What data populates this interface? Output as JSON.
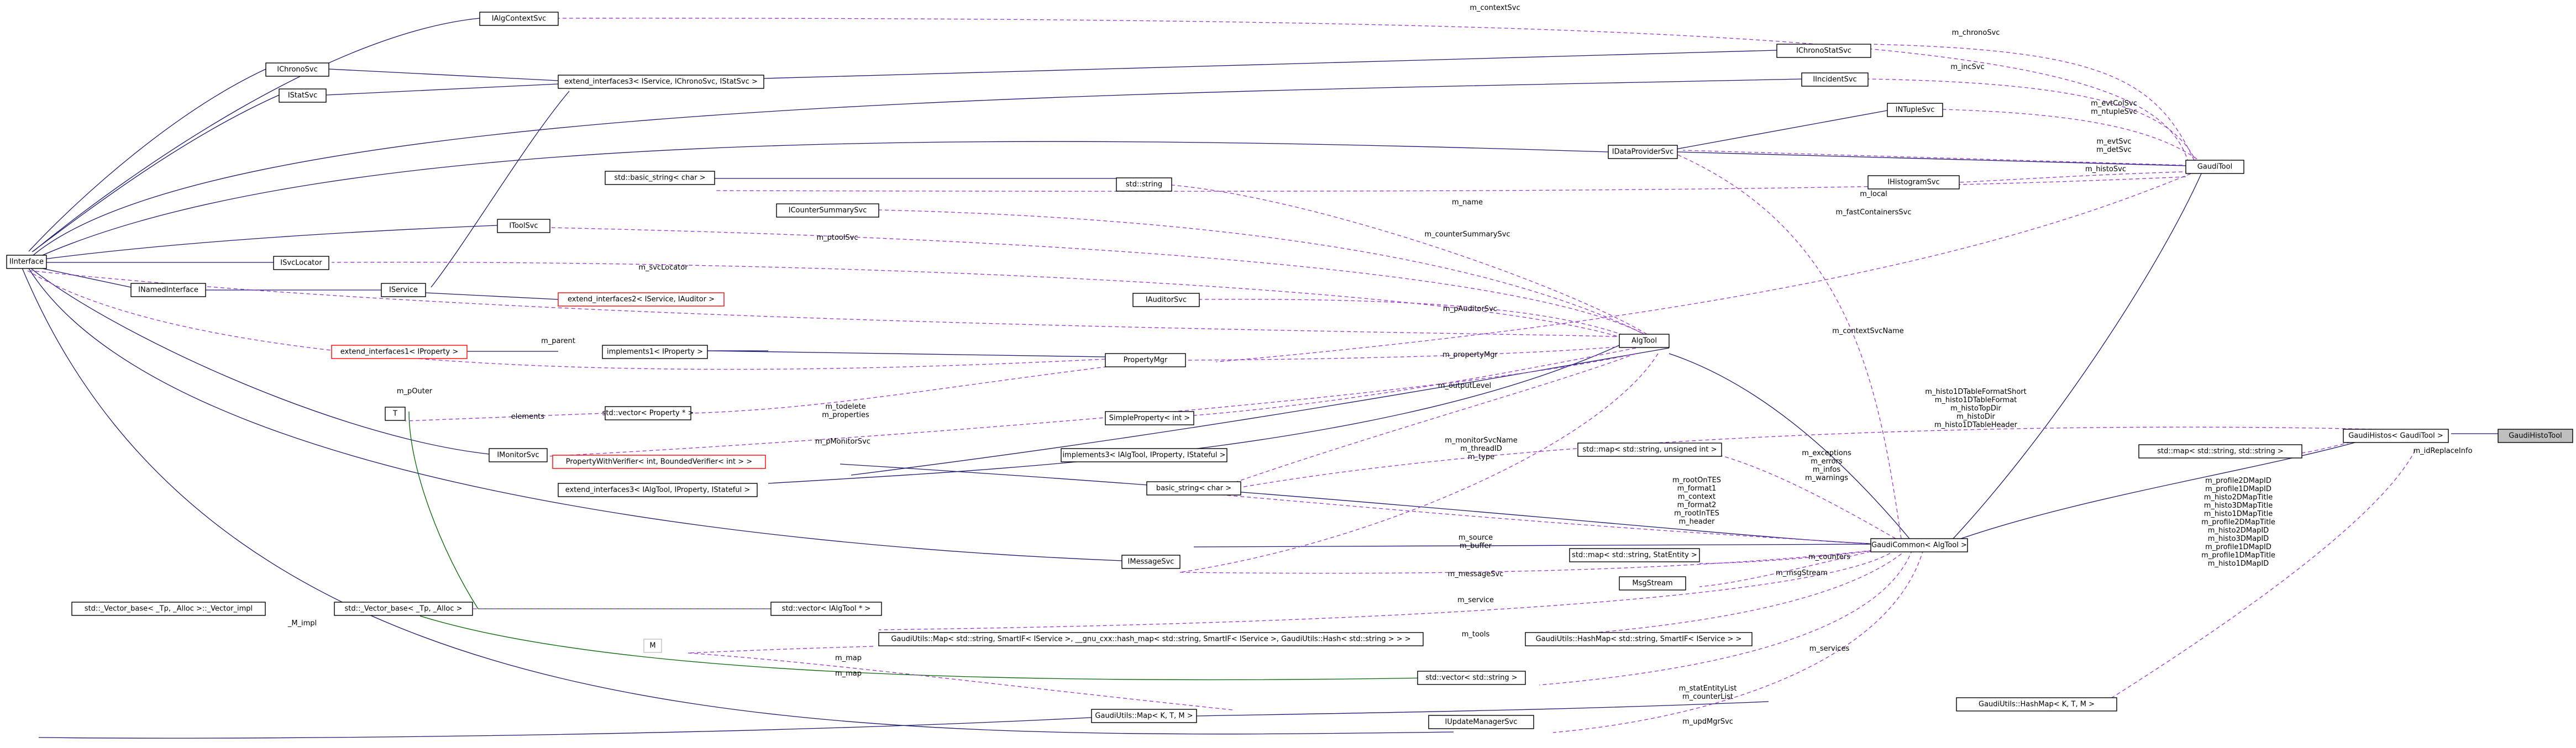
{
  "nodes": {
    "iinterface": "IInterface",
    "ialgcontextsvc": "IAlgContextSvc",
    "ichronosvc": "IChronoSvc",
    "istatsvc": "IStatSvc",
    "ext3_chrono": "extend_interfaces3< IService, IChronoSvc, IStatSvc >",
    "ichronostatsvc": "IChronoStatSvc",
    "iincidentsvc": "IIncidentSvc",
    "intuplesvc": "INTupleSvc",
    "idataprovidersvc": "IDataProviderSvc",
    "gauditool": "GaudiTool",
    "std_basic_string_char": "std::basic_string< char >",
    "std_string": "std::string",
    "ihistogramsvc": "IHistogramSvc",
    "itoolsvc": "IToolSvc",
    "icountersummarysvc": "ICounterSummarySvc",
    "isvclocator": "ISvcLocator",
    "inamedinterface": "INamedInterface",
    "iservice": "IService",
    "ext2_auditor": "extend_interfaces2< IService, IAuditor >",
    "iauditorsvc": "IAuditorSvc",
    "ext1_property": "extend_interfaces1< IProperty >",
    "implements1": "implements1< IProperty >",
    "propertymgr": "PropertyMgr",
    "algtool": "AlgTool",
    "t": "T",
    "std_vector_property": "std::vector< Property * >",
    "simpleproperty": "SimpleProperty< int >",
    "imonitorsvc": "IMonitorSvc",
    "propwithverifier": "PropertyWithVerifier< int, BoundedVerifier< int > >",
    "implements3": "implements3< IAlgTool, IProperty, IStateful >",
    "ext3_algtool": "extend_interfaces3< IAlgTool, IProperty, IStateful >",
    "std_map_uint": "std::map< std::string, unsigned int >",
    "basic_string_char": "basic_string< char >",
    "gaudihistos": "GaudiHistos< GaudiTool >",
    "gaudihistotool": "GaudiHistoTool",
    "std_map_string": "std::map< std::string, std::string >",
    "gaudicommon": "GaudiCommon< AlgTool >",
    "std_map_statentity": "std::map< std::string, StatEntity >",
    "imessagesvc": "IMessageSvc",
    "msgstream": "MsgStream",
    "vector_base_alloc": "std::_Vector_base< _Tp, _Alloc >::_Vector_impl",
    "vector_base": "std::_Vector_base< _Tp, _Alloc >",
    "std_vector_ialgtool": "std::vector< IAlgTool * >",
    "m": "M",
    "gaudiutils_map_smartif": "GaudiUtils::Map< std::string, SmartIF< IService >, __gnu_cxx::hash_map< std::string, SmartIF< IService >, GaudiUtils::Hash< std::string > > >",
    "gaudiutils_hashmap_smartif": "GaudiUtils::HashMap< std::string, SmartIF< IService > >",
    "std_vector_string": "std::vector< std::string >",
    "gaudiutils_map_ktm": "GaudiUtils::Map< K, T, M >",
    "iupdatemanagersvc": "IUpdateManagerSvc",
    "gaudiutils_hashmap_ktm": "GaudiUtils::HashMap< K, T, M >"
  },
  "edge_labels": {
    "m_contextSvc": "m_contextSvc",
    "m_chronoSvc": "m_chronoSvc",
    "m_incSvc": "m_incSvc",
    "m_evtColSvc_ntupleSvc": [
      "m_evtColSvc",
      "m_ntupleSvc"
    ],
    "m_evtSvc_detSvc": [
      "m_evtSvc",
      "m_detSvc"
    ],
    "m_histoSvc": "m_histoSvc",
    "m_local": "m_local",
    "m_name": "m_name",
    "m_fastContainersSvc": "m_fastContainersSvc",
    "m_ptoolSvc": "m_ptoolSvc",
    "m_counterSummarySvc": "m_counterSummarySvc",
    "m_svcLocator": "m_svcLocator",
    "m_pAuditorSvc": "m_pAuditorSvc",
    "m_parent": "m_parent",
    "m_contextSvcName": "m_contextSvcName",
    "m_propertyMgr": "m_propertyMgr",
    "m_pOuter": "m_pOuter",
    "m_outputLevel": "m_outputLevel",
    "m_todelete_properties": [
      "m_todelete",
      "m_properties"
    ],
    "elements": "elements",
    "m_pMonitorSvc": "m_pMonitorSvc",
    "algtool_strings": [
      "m_monitorSvcName",
      "m_threadID",
      "m_type"
    ],
    "histo_table": [
      "m_histo1DTableFormatShort",
      "m_histo1DTableFormat",
      "m_histoTopDir",
      "m_histoDir",
      "m_histo1DTableHeader"
    ],
    "m_idReplaceInfo": "m_idReplaceInfo",
    "histo_profiles": [
      "m_profile2DMapID",
      "m_profile1DMapID",
      "m_histo2DMapTitle",
      "m_histo3DMapTitle",
      "m_histo1DMapTitle",
      "m_profile2DMapTitle",
      "m_histo2DMapID",
      "m_histo3DMapID",
      "m_profile1DMapID",
      "m_profile1DMapTitle",
      "m_histo1DMapID"
    ],
    "m_exceptions_group": [
      "m_exceptions",
      "m_errors",
      "m_infos",
      "m_warnings"
    ],
    "m_rootOnTES_group": [
      "m_rootOnTES",
      "m_format1",
      "m_context",
      "m_format2",
      "m_rootInTES",
      "m_header"
    ],
    "m_source_buffer": [
      "m_source",
      "m_buffer"
    ],
    "m_counters": "m_counters",
    "m_msgStream": "m_msgStream",
    "m_messageSvc": "m_messageSvc",
    "m_service": "m_service",
    "m_impl": "_M_impl",
    "m_tools": "m_tools",
    "m_services": "m_services",
    "m_map1": "m_map",
    "m_map2": "m_map",
    "m_statEntity_counterList": [
      "m_statEntityList",
      "m_counterList"
    ],
    "m_updMgrSvc": "m_updMgrSvc"
  }
}
